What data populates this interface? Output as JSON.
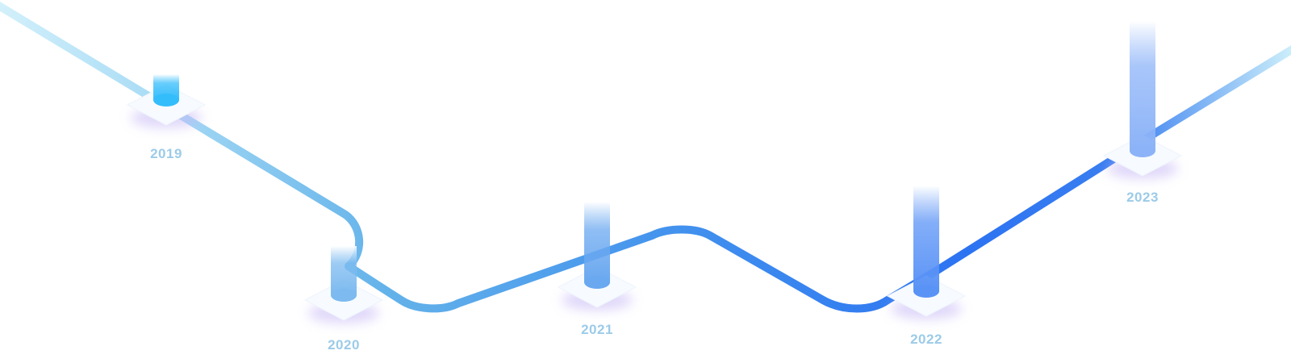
{
  "timeline": {
    "milestones": [
      {
        "year": "2019",
        "level": 0.15
      },
      {
        "year": "2020",
        "level": 0.3
      },
      {
        "year": "2021",
        "level": 0.45
      },
      {
        "year": "2022",
        "level": 0.6
      },
      {
        "year": "2023",
        "level": 0.75
      }
    ],
    "colors": {
      "path_light": "#c9ecf8",
      "path_mid": "#5aaeea",
      "path_dark": "#2c73f2",
      "label": "#9ccbe8",
      "pillar_cyan": "#34bdfb",
      "pillar_blue": "#6aa2f6",
      "base_top": "#f7fbff",
      "base_shadow": "#c7b8f5"
    }
  }
}
